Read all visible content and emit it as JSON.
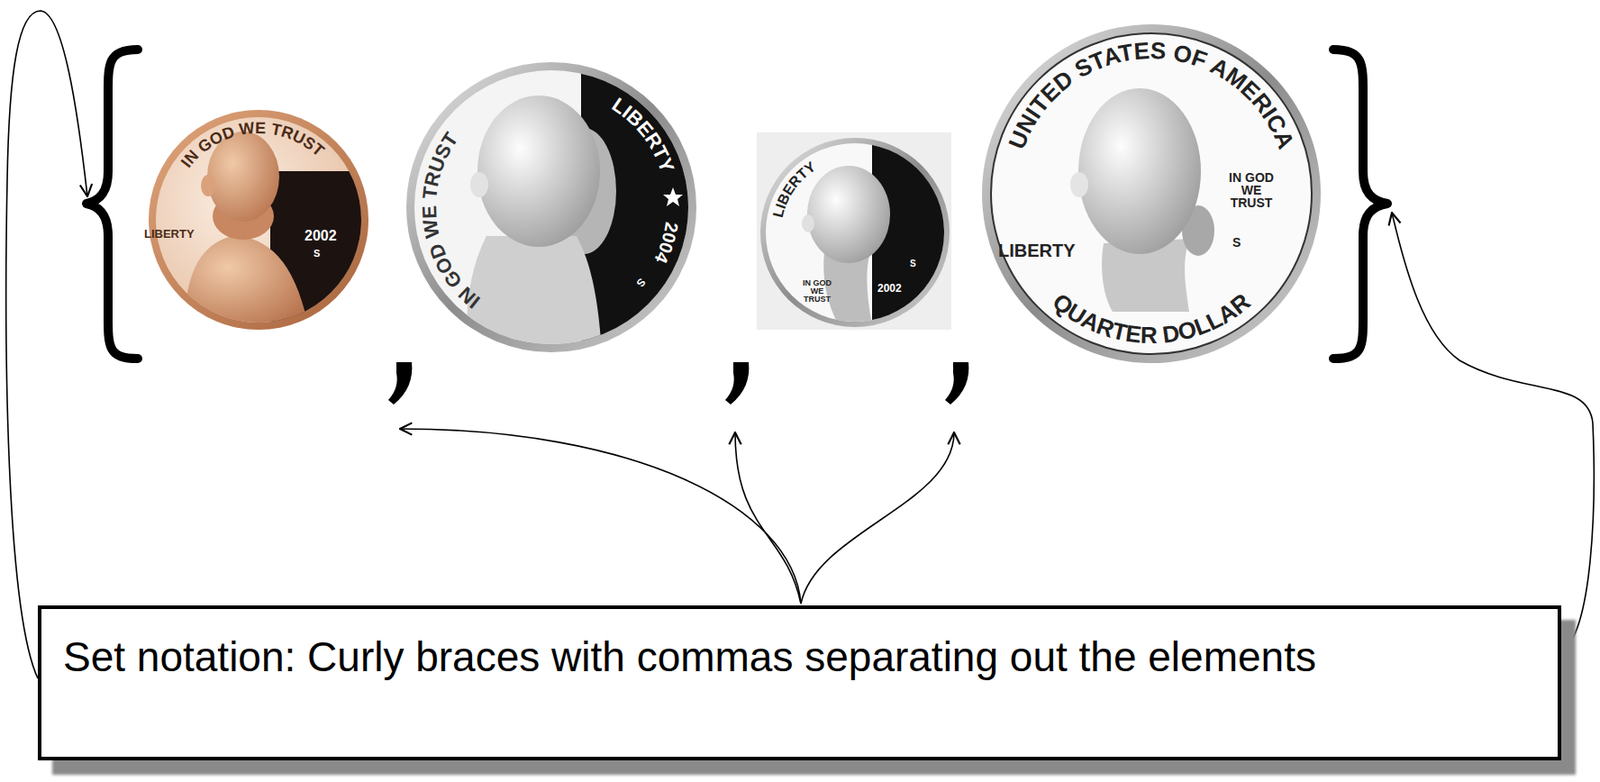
{
  "diagram": {
    "nodes": [
      {
        "text": [
          "Set notation: Curly braces with commas separating out the elements"
        ]
      }
    ],
    "labels": [
      "IN GOD WE TRUST",
      "LIBERTY",
      "2002",
      "S",
      "IN GOD WE TRUST",
      "LIBERTY",
      "2004",
      "S",
      "LIBERTY",
      "IN GOD WE TRUST",
      "S",
      "2002",
      "UNITED STATES OF AMERICA",
      "IN GOD WE TRUST",
      "LIBERTY",
      "S",
      "QUARTER DOLLAR"
    ]
  }
}
